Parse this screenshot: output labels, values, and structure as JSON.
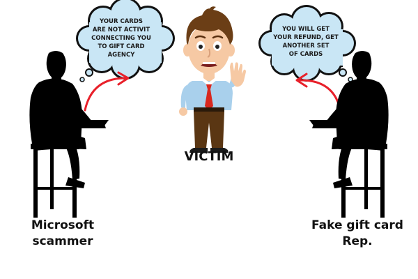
{
  "bubbles": {
    "scammer": "YOUR CARDS\nARE NOT ACTIVIT\nCONNECTING YOU\nTO GIFT CARD\nAGENCY",
    "rep": "YOU WILL GET\nYOUR REFUND, GET\nANOTHER SET\nOF CARDS"
  },
  "labels": {
    "victim": "VICTIM",
    "scammer": "Microsoft\nscammer",
    "rep": "Fake gift card\nRep."
  },
  "colors": {
    "bubble_fill": "#c9e6f5",
    "bubble_outline": "#111111",
    "arrow": "#e8202a",
    "silhouette": "#000000",
    "victim_shirt": "#a9d0ec",
    "victim_tie": "#d8281f",
    "victim_pants": "#5a3613",
    "victim_hair": "#6b3e16",
    "victim_skin": "#f6c9a4"
  },
  "icons": {
    "left_figure": "seated-man-with-laptop-silhouette",
    "right_figure": "seated-man-with-laptop-silhouette",
    "victim": "worried-man-raising-hand"
  }
}
